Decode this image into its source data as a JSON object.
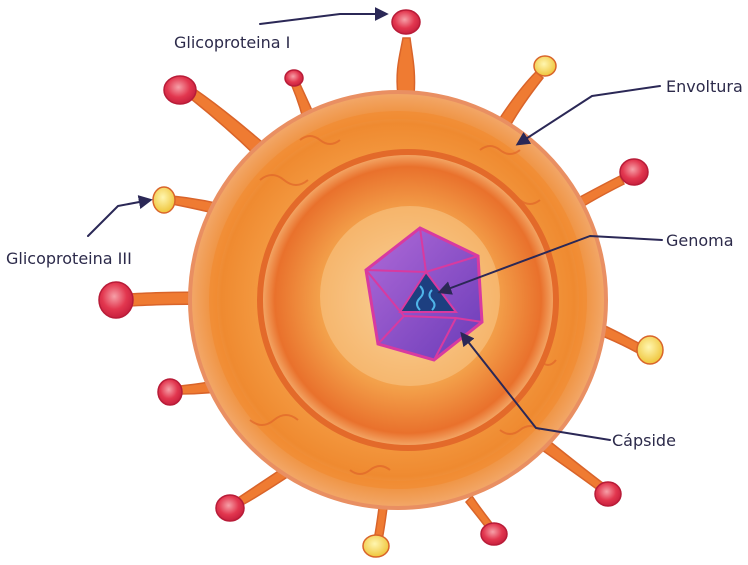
{
  "labels": {
    "glycoprotein_1": "Glicoproteina I",
    "envelope": "Envoltura",
    "glycoprotein_3": "Glicoproteina III",
    "genome": "Genoma",
    "capsid": "Cápside"
  },
  "colors": {
    "envelope_outer": "#f3a35a",
    "envelope_mid": "#f08a2f",
    "envelope_inner": "#e8722a",
    "spike": "#ef7b32",
    "spike_tip": "#e0335a",
    "spike_tip_alt": "#f2d04a",
    "capsid": "#8a4fc9",
    "capsid_edge": "#d83aa0",
    "genome": "#2f6fb8",
    "label_text": "#2c2a4a",
    "arrow": "#2b2856"
  },
  "icons": {
    "virus": "virus-particle-icon"
  }
}
